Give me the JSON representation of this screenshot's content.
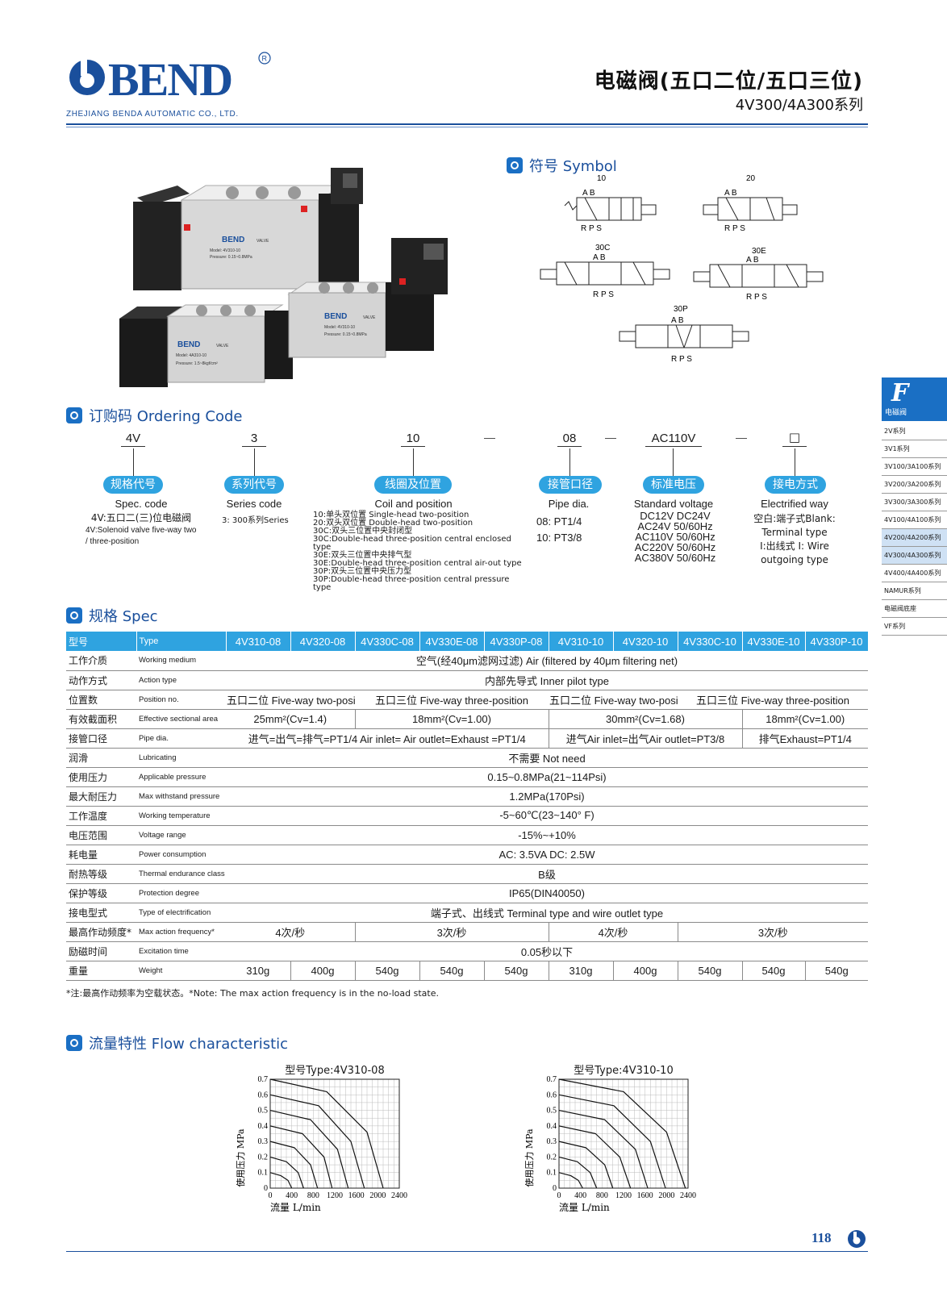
{
  "header": {
    "brand": "BEND",
    "company": "ZHEJIANG BENDA AUTOMATIC CO., LTD.",
    "title_cn": "电磁阀(五口二位/五口三位)",
    "series": "4V300/4A300系列"
  },
  "product": {
    "valve_a": {
      "brand": "BEND",
      "model": "Model: 4V310-10",
      "pressure": "Pressure: 0.15~0.8MPa",
      "valve": "VALVE"
    },
    "valve_b": {
      "brand": "BEND",
      "model": "Model: 4A310-10",
      "pressure": "Pressure: 1.5~8kgf/cm²",
      "valve": "VALVE"
    },
    "valve_c": {
      "brand": "BEND",
      "model": "Model: 4V310-10",
      "pressure": "Pressure: 0.15~0.8MPa",
      "valve": "VALVE"
    }
  },
  "symbol": {
    "heading": "符号 Symbol",
    "items": [
      {
        "code": "10",
        "ports_top": "A  B",
        "ports_bottom": "R P S"
      },
      {
        "code": "20",
        "ports_top": "A  B",
        "ports_bottom": "R P S"
      },
      {
        "code": "30C",
        "ports_top": "A  B",
        "ports_bottom": "R P S"
      },
      {
        "code": "30E",
        "ports_top": "A  B",
        "ports_bottom": "R P S"
      },
      {
        "code": "30P",
        "ports_top": "A  B",
        "ports_bottom": "R P S"
      }
    ]
  },
  "ordering": {
    "heading": "订购码 Ordering Code",
    "dash": "—",
    "parts": [
      {
        "code": "4V",
        "pill": "规格代号",
        "en": "Spec. code",
        "desc1": "4V:五口二(三)位电磁阀",
        "desc2": "4V:Solenoid valve five-way two",
        "desc3": "/ three-position"
      },
      {
        "code": "3",
        "pill": "系列代号",
        "en": "Series code",
        "desc1": "3:  300系列Series"
      },
      {
        "code": "10",
        "pill": "线圈及位置",
        "en": "Coil and position",
        "lines": [
          "10:单头双位置 Single-head two-position",
          "20:双头双位置 Double-head two-position",
          "30C:双头三位置中央封闭型",
          "30C:Double-head three-position central enclosed type",
          "30E:双头三位置中央排气型",
          "30E:Double-head three-position central air-out type",
          "30P:双头三位置中央压力型",
          "30P:Double-head three-position central pressure type"
        ]
      },
      {
        "code": "08",
        "pill": "接管口径",
        "en": "Pipe dia.",
        "lines": [
          "08:  PT1/4",
          "10:  PT3/8"
        ]
      },
      {
        "code": "AC110V",
        "pill": "标准电压",
        "en": "Standard voltage",
        "lines": [
          "DC12V   DC24V",
          "AC24V  50/60Hz",
          "AC110V  50/60Hz",
          "AC220V  50/60Hz",
          "AC380V  50/60Hz"
        ]
      },
      {
        "code": "□",
        "pill": "接电方式",
        "en": "Electrified way",
        "lines": [
          "空白:端子式Blank:",
          "Terminal type",
          "I:出线式 I: Wire",
          "outgoing type"
        ]
      }
    ]
  },
  "side": {
    "letter": "F",
    "label": "电磁阀",
    "items": [
      "2V系列",
      "3V1系列",
      "3V100/3A100系列",
      "3V200/3A200系列",
      "3V300/3A300系列",
      "4V100/4A100系列",
      "4V200/4A200系列",
      "4V300/4A300系列",
      "4V400/4A400系列",
      "NAMUR系列",
      "电磁阀底座",
      "VF系列"
    ]
  },
  "spec": {
    "heading": "规格 Spec",
    "header_cn": "型号",
    "header_en": "Type",
    "models": [
      "4V310-08",
      "4V320-08",
      "4V330C-08",
      "4V330E-08",
      "4V330P-08",
      "4V310-10",
      "4V320-10",
      "4V330C-10",
      "4V330E-10",
      "4V330P-10"
    ],
    "rows": {
      "medium": {
        "cn": "工作介质",
        "en": "Working medium",
        "v": "空气(经40μm滤网过滤)  Air (filtered by 40μm filtering net)"
      },
      "action": {
        "cn": "动作方式",
        "en": "Action type",
        "v": "内部先导式 Inner pilot type"
      },
      "position": {
        "cn": "位置数",
        "en": "Position no.",
        "v1": "五口二位 Five-way two-position",
        "v2": "五口三位 Five-way three-position",
        "v3": "五口二位 Five-way two-position",
        "v4": "五口三位 Five-way three-position"
      },
      "area": {
        "cn": "有效截面积",
        "en": "Effective sectional area",
        "v1": "25mm²(Cv=1.4)",
        "v2": "18mm²(Cv=1.00)",
        "v3": "30mm²(Cv=1.68)",
        "v4": "18mm²(Cv=1.00)"
      },
      "pipe": {
        "cn": "接管口径",
        "en": "Pipe dia.",
        "v1": "进气=出气=排气=PT1/4  Air inlet= Air outlet=Exhaust =PT1/4",
        "v2": "进气Air inlet=出气Air outlet=PT3/8",
        "v3": "排气Exhaust=PT1/4"
      },
      "lube": {
        "cn": "润滑",
        "en": "Lubricating",
        "v": "不需要 Not need"
      },
      "pressure": {
        "cn": "使用压力",
        "en": "Applicable pressure",
        "v": "0.15~0.8MPa(21~114Psi)"
      },
      "maxp": {
        "cn": "最大耐压力",
        "en": "Max withstand pressure",
        "v": "1.2MPa(170Psi)"
      },
      "temp": {
        "cn": "工作温度",
        "en": "Working temperature",
        "v": "-5~60℃(23~140° F)"
      },
      "voltage": {
        "cn": "电压范围",
        "en": "Voltage range",
        "v": "-15%~+10%"
      },
      "power": {
        "cn": "耗电量",
        "en": "Power consumption",
        "v": "AC: 3.5VA    DC: 2.5W"
      },
      "thermal": {
        "cn": "耐热等级",
        "en": "Thermal endurance class",
        "v": "B级"
      },
      "protection": {
        "cn": "保护等级",
        "en": "Protection degree",
        "v": "IP65(DIN40050)"
      },
      "electrification": {
        "cn": "接电型式",
        "en": "Type of electrification",
        "v": "端子式、出线式  Terminal type and wire outlet type"
      },
      "freq": {
        "cn": "最高作动频度*",
        "en": "Max action frequency*",
        "v1": "4次/秒",
        "v2": "3次/秒",
        "v3": "4次/秒",
        "v4": "3次/秒"
      },
      "excitation": {
        "cn": "励磁时间",
        "en": "Excitation time",
        "v": "0.05秒以下"
      },
      "weight": {
        "cn": "重量",
        "en": "Weight",
        "values": [
          "310g",
          "400g",
          "540g",
          "540g",
          "540g",
          "310g",
          "400g",
          "540g",
          "540g",
          "540g"
        ]
      }
    },
    "note": "*注:最高作动频率为空载状态。*Note:  The max action frequency is in the no-load state."
  },
  "flow": {
    "heading": "流量特性 Flow characteristic",
    "charts": [
      {
        "title": "型号Type:4V310-08"
      },
      {
        "title": "型号Type:4V310-10"
      }
    ]
  },
  "chart_data": [
    {
      "type": "line",
      "title": "型号Type:4V310-08",
      "xlabel": "流量    L/min",
      "ylabel": "使用压力 MPa",
      "x_ticks": [
        0,
        400,
        800,
        1200,
        1600,
        2000,
        2400
      ],
      "y_ticks": [
        0,
        0.1,
        0.2,
        0.3,
        0.4,
        0.5,
        0.6,
        0.7
      ],
      "xlim": [
        0,
        2400
      ],
      "ylim": [
        0,
        0.7
      ],
      "grid": true,
      "series": [
        {
          "x": [
            0,
            200,
            330,
            400
          ],
          "y": [
            0.1,
            0.08,
            0.05,
            0
          ]
        },
        {
          "x": [
            0,
            300,
            520,
            620
          ],
          "y": [
            0.2,
            0.17,
            0.1,
            0
          ]
        },
        {
          "x": [
            0,
            450,
            750,
            880
          ],
          "y": [
            0.3,
            0.26,
            0.15,
            0
          ]
        },
        {
          "x": [
            0,
            600,
            1000,
            1150
          ],
          "y": [
            0.4,
            0.35,
            0.2,
            0
          ]
        },
        {
          "x": [
            0,
            750,
            1250,
            1450
          ],
          "y": [
            0.5,
            0.44,
            0.25,
            0
          ]
        },
        {
          "x": [
            0,
            900,
            1500,
            1750
          ],
          "y": [
            0.6,
            0.53,
            0.3,
            0
          ]
        },
        {
          "x": [
            0,
            1050,
            1800,
            2100
          ],
          "y": [
            0.7,
            0.62,
            0.36,
            0
          ]
        }
      ]
    },
    {
      "type": "line",
      "title": "型号Type:4V310-10",
      "xlabel": "流量    L/min",
      "ylabel": "使用压力 MPa",
      "x_ticks": [
        0,
        400,
        800,
        1200,
        1600,
        2000,
        2400
      ],
      "y_ticks": [
        0,
        0.1,
        0.2,
        0.3,
        0.4,
        0.5,
        0.6,
        0.7
      ],
      "xlim": [
        0,
        2400
      ],
      "ylim": [
        0,
        0.7
      ],
      "grid": true,
      "series": [
        {
          "x": [
            0,
            220,
            360,
            440
          ],
          "y": [
            0.1,
            0.08,
            0.05,
            0
          ]
        },
        {
          "x": [
            0,
            340,
            580,
            700
          ],
          "y": [
            0.2,
            0.17,
            0.1,
            0
          ]
        },
        {
          "x": [
            0,
            500,
            850,
            1000
          ],
          "y": [
            0.3,
            0.26,
            0.15,
            0
          ]
        },
        {
          "x": [
            0,
            680,
            1130,
            1330
          ],
          "y": [
            0.4,
            0.35,
            0.2,
            0
          ]
        },
        {
          "x": [
            0,
            850,
            1420,
            1650
          ],
          "y": [
            0.5,
            0.44,
            0.25,
            0
          ]
        },
        {
          "x": [
            0,
            1020,
            1700,
            1980
          ],
          "y": [
            0.6,
            0.53,
            0.3,
            0
          ]
        },
        {
          "x": [
            0,
            1200,
            2000,
            2350
          ],
          "y": [
            0.7,
            0.62,
            0.36,
            0
          ]
        }
      ]
    }
  ],
  "footer": {
    "page": "118"
  },
  "colors": {
    "brand": "#1a4f9c",
    "accent": "#2fa3e0"
  }
}
